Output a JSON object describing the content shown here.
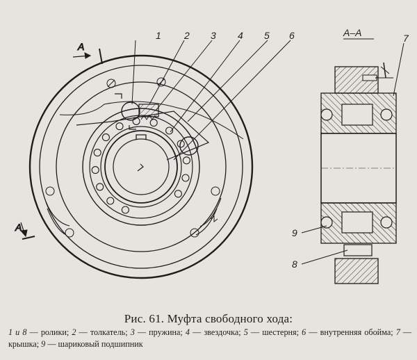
{
  "figure": {
    "callouts": [
      "1",
      "2",
      "3",
      "4",
      "5",
      "6",
      "7",
      "8",
      "9"
    ],
    "section_mark": "A",
    "section_title": "А–А"
  },
  "caption": "Рис. 61. Муфта свободного хода:",
  "legend": [
    {
      "num": "1 и 8",
      "text": "ролики;"
    },
    {
      "num": "2",
      "text": "толкатель;"
    },
    {
      "num": "3",
      "text": "пружина;"
    },
    {
      "num": "4",
      "text": "звездочка;"
    },
    {
      "num": "5",
      "text": "шестерня;"
    },
    {
      "num": "6",
      "text": "внутренняя обойма;"
    },
    {
      "num": "7",
      "text": "крышка;"
    },
    {
      "num": "9",
      "text": "шариковый подшипник"
    }
  ]
}
